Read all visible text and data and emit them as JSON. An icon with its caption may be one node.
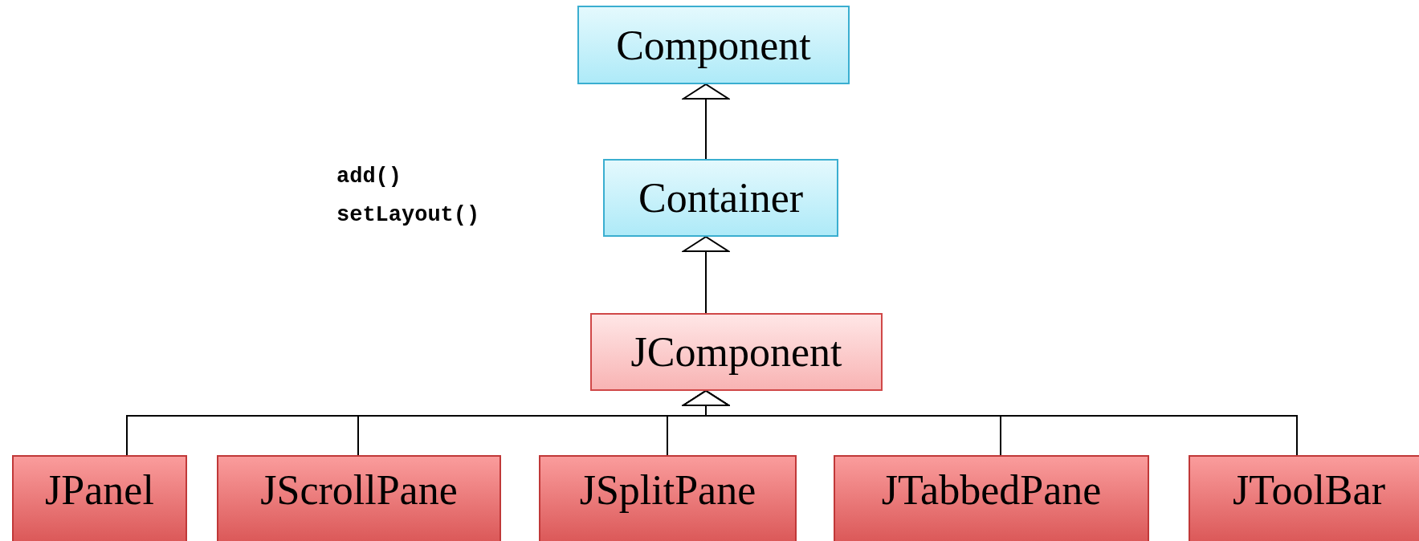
{
  "diagram": {
    "nodes": [
      {
        "text": [
          "Component"
        ]
      },
      {
        "text": [
          "Container"
        ]
      },
      {
        "text": [
          "JComponent"
        ]
      },
      {
        "text": [
          "JPanel"
        ]
      },
      {
        "text": [
          "JScrollPane"
        ]
      },
      {
        "text": [
          "JSplitPane"
        ]
      },
      {
        "text": [
          "JTabbedPane"
        ]
      },
      {
        "text": [
          "JToolBar"
        ]
      }
    ],
    "edges": [
      {
        "from": 1,
        "to": 0,
        "arrow": "to"
      },
      {
        "from": 2,
        "to": 1,
        "arrow": "to"
      },
      {
        "from": 3,
        "to": 2,
        "arrow": "to"
      },
      {
        "from": 4,
        "to": 2,
        "arrow": "to"
      },
      {
        "from": 5,
        "to": 2,
        "arrow": "to"
      },
      {
        "from": 6,
        "to": 2,
        "arrow": "to"
      },
      {
        "from": 7,
        "to": 2,
        "arrow": "to"
      }
    ],
    "labels": [
      "add()",
      "setLayout()"
    ]
  }
}
